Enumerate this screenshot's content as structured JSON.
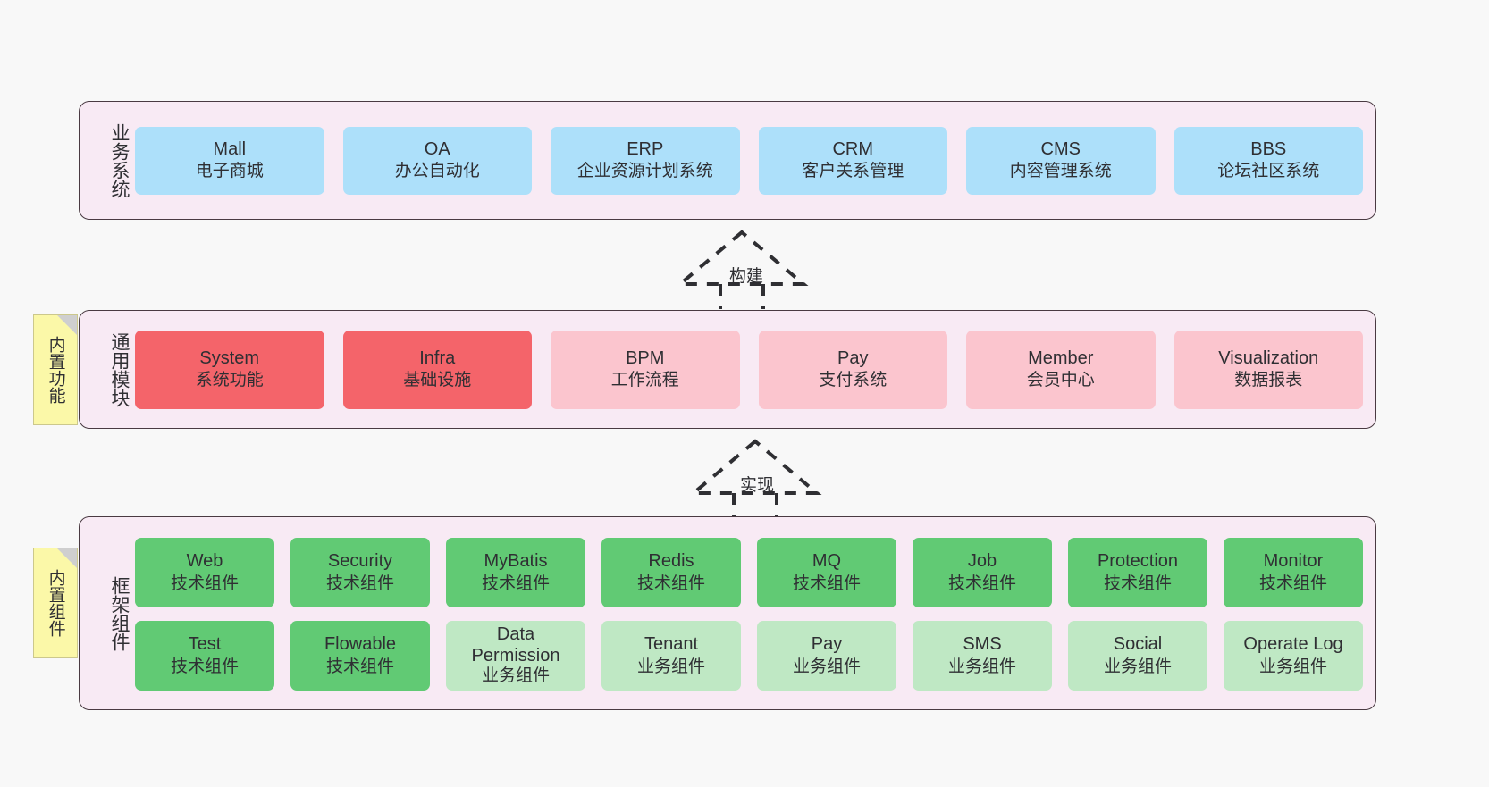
{
  "diagram": {
    "background_color": "#f8f8f8",
    "layer_fill": "#f8eaf4",
    "layer_border": "#4a3a42"
  },
  "layers": [
    {
      "id": "business",
      "title": "业务系统",
      "box_color": "#ade0fa",
      "boxes": [
        {
          "en": "Mall",
          "cn": "电子商城"
        },
        {
          "en": "OA",
          "cn": "办公自动化"
        },
        {
          "en": "ERP",
          "cn": "企业资源计划系统"
        },
        {
          "en": "CRM",
          "cn": "客户关系管理"
        },
        {
          "en": "CMS",
          "cn": "内容管理系统"
        },
        {
          "en": "BBS",
          "cn": "论坛社区系统"
        }
      ]
    },
    {
      "id": "modules",
      "title": "通用模块",
      "boxes": [
        {
          "en": "System",
          "cn": "系统功能",
          "color": "#f4646a",
          "style": "red"
        },
        {
          "en": "Infra",
          "cn": "基础设施",
          "color": "#f4646a",
          "style": "red"
        },
        {
          "en": "BPM",
          "cn": "工作流程",
          "color": "#fbc5ce",
          "style": "pink"
        },
        {
          "en": "Pay",
          "cn": "支付系统",
          "color": "#fbc5ce",
          "style": "pink"
        },
        {
          "en": "Member",
          "cn": "会员中心",
          "color": "#fbc5ce",
          "style": "pink"
        },
        {
          "en": "Visualization",
          "cn": "数据报表",
          "color": "#fbc5ce",
          "style": "pink"
        }
      ]
    },
    {
      "id": "framework",
      "title": "框架组件",
      "rows": [
        [
          {
            "en": "Web",
            "cn": "技术组件",
            "color": "#61ca74",
            "style": "green"
          },
          {
            "en": "Security",
            "cn": "技术组件",
            "color": "#61ca74",
            "style": "green"
          },
          {
            "en": "MyBatis",
            "cn": "技术组件",
            "color": "#61ca74",
            "style": "green"
          },
          {
            "en": "Redis",
            "cn": "技术组件",
            "color": "#61ca74",
            "style": "green"
          },
          {
            "en": "MQ",
            "cn": "技术组件",
            "color": "#61ca74",
            "style": "green"
          },
          {
            "en": "Job",
            "cn": "技术组件",
            "color": "#61ca74",
            "style": "green"
          },
          {
            "en": "Protection",
            "cn": "技术组件",
            "color": "#61ca74",
            "style": "green"
          },
          {
            "en": "Monitor",
            "cn": "技术组件",
            "color": "#61ca74",
            "style": "green"
          }
        ],
        [
          {
            "en": "Test",
            "cn": "技术组件",
            "color": "#61ca74",
            "style": "green"
          },
          {
            "en": "Flowable",
            "cn": "技术组件",
            "color": "#61ca74",
            "style": "green"
          },
          {
            "en": "Data Permission",
            "cn": "业务组件",
            "color": "#bfe8c4",
            "style": "lgreen"
          },
          {
            "en": "Tenant",
            "cn": "业务组件",
            "color": "#bfe8c4",
            "style": "lgreen"
          },
          {
            "en": "Pay",
            "cn": "业务组件",
            "color": "#bfe8c4",
            "style": "lgreen"
          },
          {
            "en": "SMS",
            "cn": "业务组件",
            "color": "#bfe8c4",
            "style": "lgreen"
          },
          {
            "en": "Social",
            "cn": "业务组件",
            "color": "#bfe8c4",
            "style": "lgreen"
          },
          {
            "en": "Operate Log",
            "cn": "业务组件",
            "color": "#bfe8c4",
            "style": "lgreen"
          }
        ]
      ]
    }
  ],
  "notes": [
    {
      "id": "builtin-func",
      "text": "内置功能",
      "color": "#fbf8a8"
    },
    {
      "id": "builtin-comp",
      "text": "内置组件",
      "color": "#fbf8a8"
    }
  ],
  "arrows": [
    {
      "id": "build",
      "label": "构建",
      "style": "dashed-hollow-triangle"
    },
    {
      "id": "impl",
      "label": "实现",
      "style": "dashed-hollow-triangle"
    }
  ]
}
